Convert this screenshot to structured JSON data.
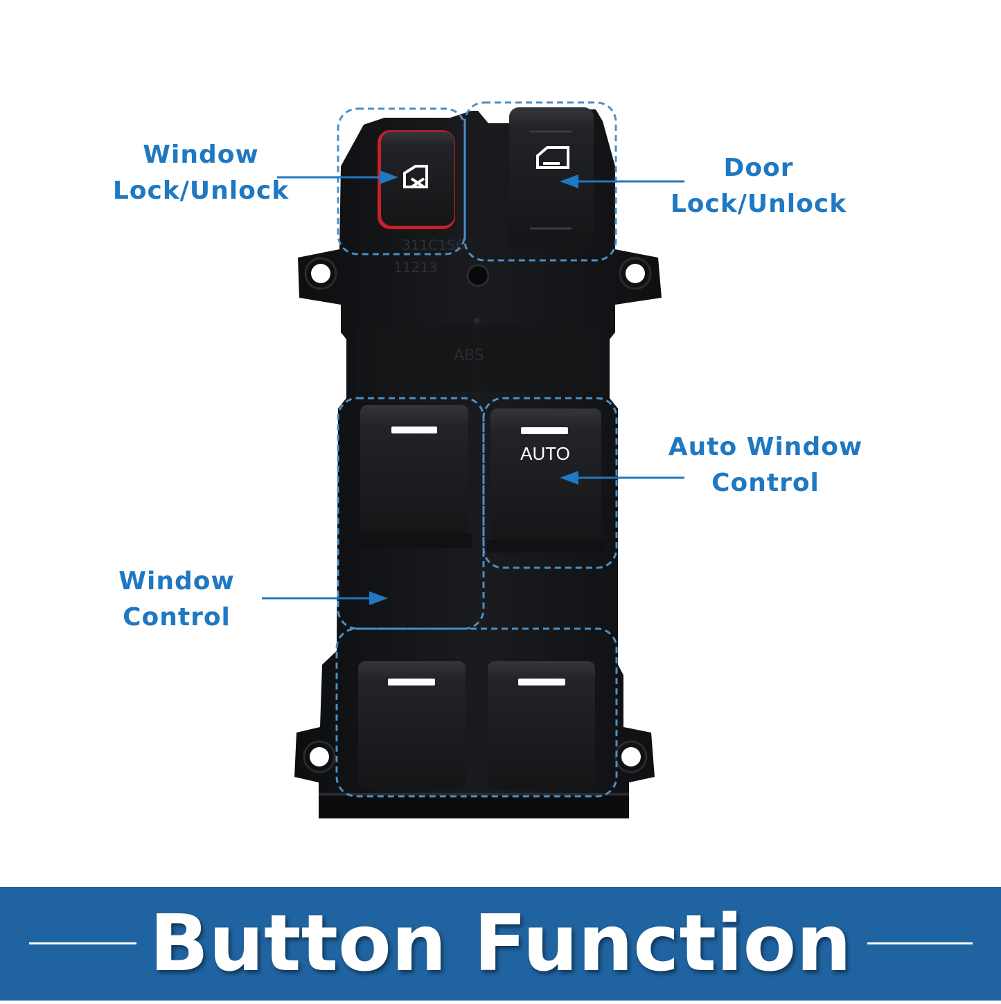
{
  "callouts": {
    "window_lock": [
      "Window",
      "Lock/Unlock"
    ],
    "door_lock": [
      "Door",
      "Lock/Unlock"
    ],
    "auto_window": [
      "Auto Window",
      "Control"
    ],
    "window_control": [
      "Window",
      "Control"
    ]
  },
  "switch": {
    "auto_label": "AUTO",
    "molded_text": [
      "311C1S6",
      "11213",
      "ABS"
    ]
  },
  "banner": {
    "title": "Button Function"
  },
  "colors": {
    "accent": "#1f78c1",
    "banner": "#1f63a0",
    "body": "#151618",
    "button": "#1e1f22",
    "lock_trim": "#c8202a"
  }
}
